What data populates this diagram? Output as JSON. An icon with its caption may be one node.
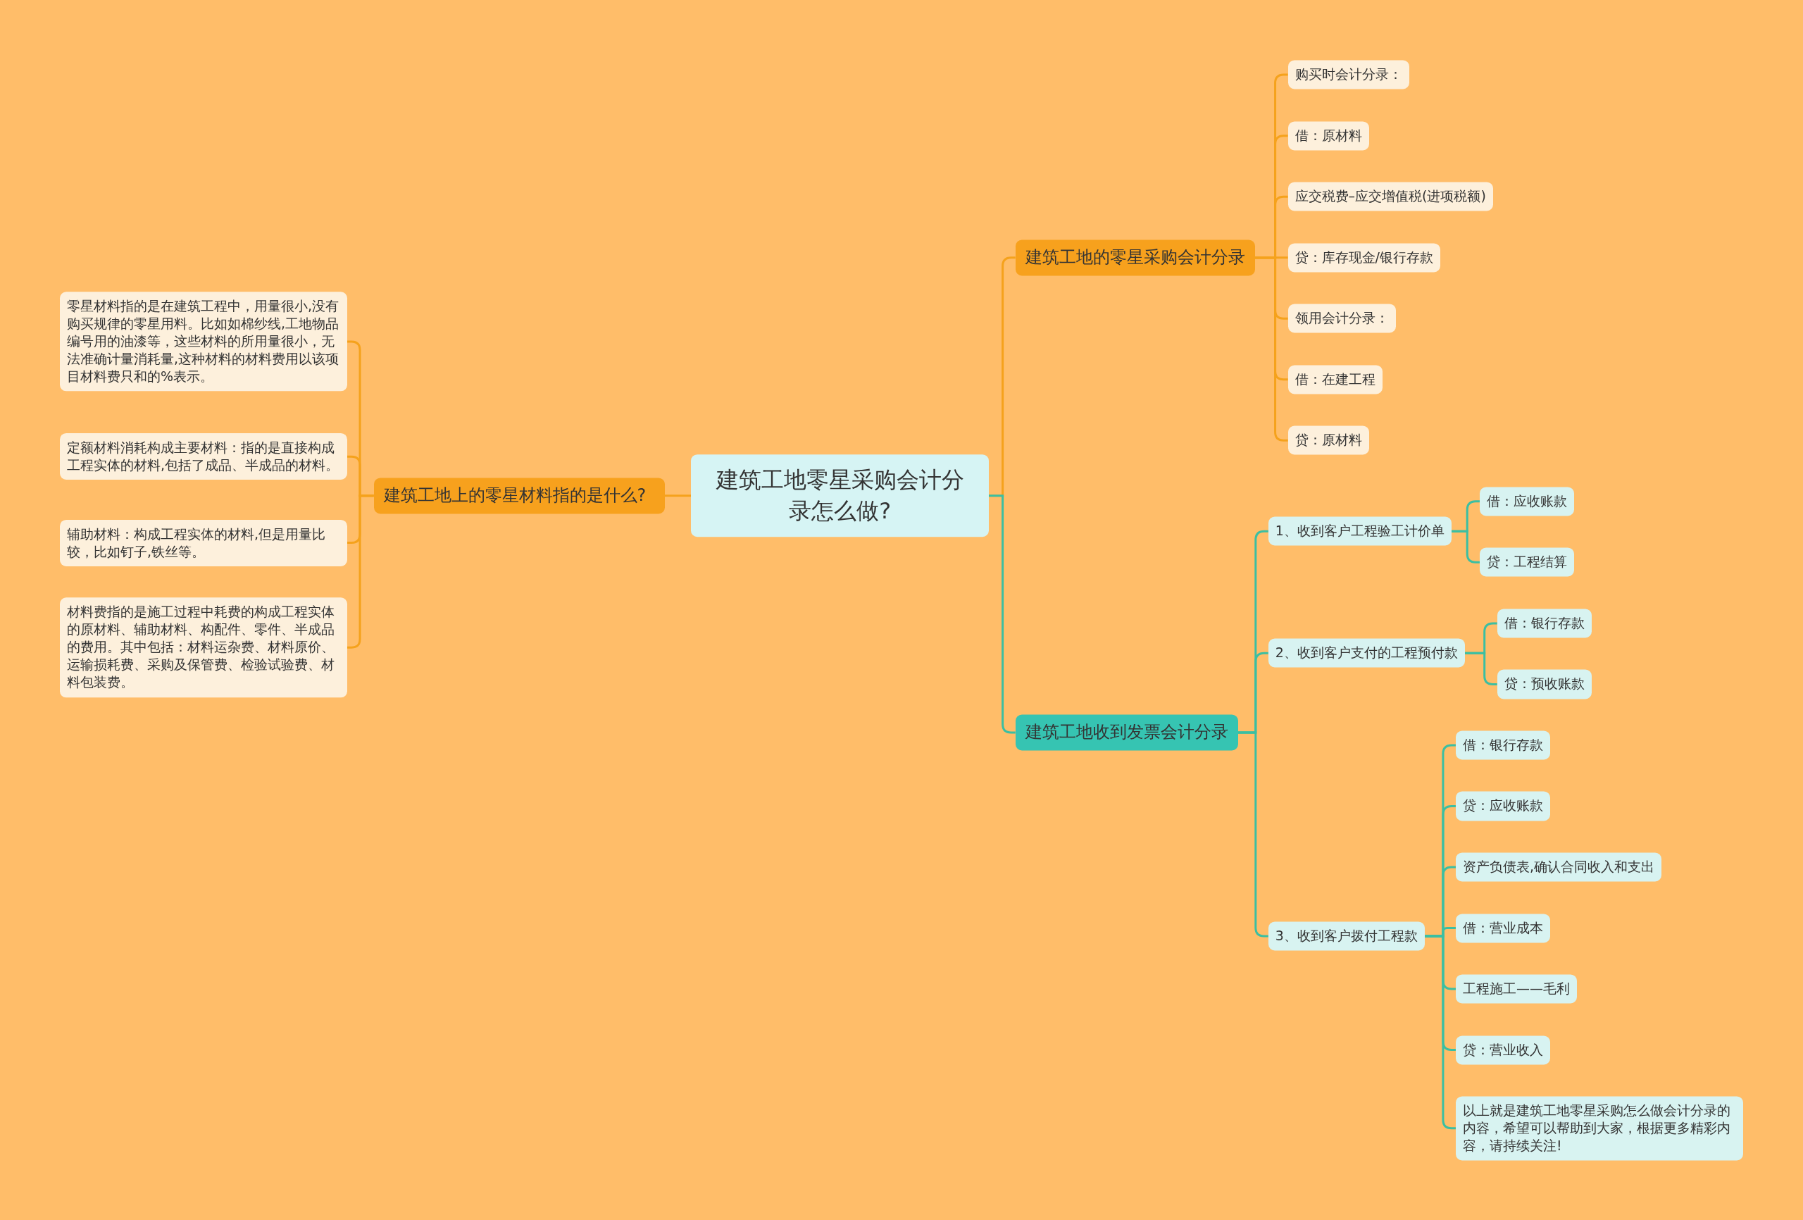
{
  "diagram": {
    "nodes": [
      {
        "text": [
          "建筑工地零星采购会计分录怎么做?"
        ]
      },
      {
        "text": [
          "建筑工地上的零星材料指的是什么?"
        ]
      },
      {
        "text": [
          "零星材料指的是在建筑工程中，用量很小,没有购买规律的零星用料。比如如棉纱线,工地物品编号用的油漆等，这些材料的所用量很小，无法准确计量消耗量,这种材料的材料费用以该项目材料费只和的%表示。"
        ]
      },
      {
        "text": [
          "定额材料消耗构成主要材料：指的是直接构成工程实体的材料,包括了成品、半成品的材料。"
        ]
      },
      {
        "text": [
          "辅助材料：构成工程实体的材料,但是用量比较，比如钉子,铁丝等。"
        ]
      },
      {
        "text": [
          "材料费指的是施工过程中耗费的构成工程实体的原材料、辅助材料、构配件、零件、半成品的费用。其中包括：材料运杂费、材料原价、运输损耗费、采购及保管费、检验试验费、材料包装费。"
        ]
      },
      {
        "text": [
          "建筑工地的零星采购会计分录"
        ]
      },
      {
        "text": [
          "购买时会计分录："
        ]
      },
      {
        "text": [
          "借：原材料"
        ]
      },
      {
        "text": [
          "应交税费–应交增值税(进项税额)"
        ]
      },
      {
        "text": [
          "贷：库存现金/银行存款"
        ]
      },
      {
        "text": [
          "领用会计分录："
        ]
      },
      {
        "text": [
          "借：在建工程"
        ]
      },
      {
        "text": [
          "贷：原材料"
        ]
      },
      {
        "text": [
          "建筑工地收到发票会计分录"
        ]
      },
      {
        "text": [
          "1、收到客户工程验工计价单"
        ]
      },
      {
        "text": [
          "借：应收账款"
        ]
      },
      {
        "text": [
          "贷：工程结算"
        ]
      },
      {
        "text": [
          "2、收到客户支付的工程预付款"
        ]
      },
      {
        "text": [
          "借：银行存款"
        ]
      },
      {
        "text": [
          "贷：预收账款"
        ]
      },
      {
        "text": [
          "3、收到客户拨付工程款"
        ]
      },
      {
        "text": [
          "借：银行存款"
        ]
      },
      {
        "text": [
          "贷：应收账款"
        ]
      },
      {
        "text": [
          "资产负债表,确认合同收入和支出"
        ]
      },
      {
        "text": [
          "借：营业成本"
        ]
      },
      {
        "text": [
          "工程施工——毛利"
        ]
      },
      {
        "text": [
          "贷：营业收入"
        ]
      },
      {
        "text": [
          "以上就是建筑工地零星采购怎么做会计分录的内容，希望可以帮助到大家，根据更多精彩内容，请持续关注!"
        ]
      }
    ],
    "edges": [
      {
        "from": 0,
        "to": 1,
        "arrow": "none",
        "color": "#f5a21c"
      },
      {
        "from": 1,
        "to": 2,
        "arrow": "none",
        "color": "#f5a21c"
      },
      {
        "from": 1,
        "to": 3,
        "arrow": "none",
        "color": "#f5a21c"
      },
      {
        "from": 1,
        "to": 4,
        "arrow": "none",
        "color": "#f5a21c"
      },
      {
        "from": 1,
        "to": 5,
        "arrow": "none",
        "color": "#f5a21c"
      },
      {
        "from": 0,
        "to": 6,
        "arrow": "none",
        "color": "#f5a21c"
      },
      {
        "from": 6,
        "to": 7,
        "arrow": "none",
        "color": "#f5a21c"
      },
      {
        "from": 6,
        "to": 8,
        "arrow": "none",
        "color": "#f5a21c"
      },
      {
        "from": 6,
        "to": 9,
        "arrow": "none",
        "color": "#f5a21c"
      },
      {
        "from": 6,
        "to": 10,
        "arrow": "none",
        "color": "#f5a21c"
      },
      {
        "from": 6,
        "to": 11,
        "arrow": "none",
        "color": "#f5a21c"
      },
      {
        "from": 6,
        "to": 12,
        "arrow": "none",
        "color": "#f5a21c"
      },
      {
        "from": 6,
        "to": 13,
        "arrow": "none",
        "color": "#f5a21c"
      },
      {
        "from": 0,
        "to": 14,
        "arrow": "none"
      },
      {
        "from": 14,
        "to": 15,
        "arrow": "none"
      },
      {
        "from": 15,
        "to": 16,
        "arrow": "none"
      },
      {
        "from": 15,
        "to": 17,
        "arrow": "none"
      },
      {
        "from": 14,
        "to": 18,
        "arrow": "none"
      },
      {
        "from": 18,
        "to": 19,
        "arrow": "none"
      },
      {
        "from": 18,
        "to": 20,
        "arrow": "none"
      },
      {
        "from": 14,
        "to": 21,
        "arrow": "none"
      },
      {
        "from": 21,
        "to": 22,
        "arrow": "none"
      },
      {
        "from": 21,
        "to": 23,
        "arrow": "none"
      },
      {
        "from": 21,
        "to": 24,
        "arrow": "none"
      },
      {
        "from": 21,
        "to": 25,
        "arrow": "none"
      },
      {
        "from": 21,
        "to": 26,
        "arrow": "none"
      },
      {
        "from": 21,
        "to": 27,
        "arrow": "none"
      },
      {
        "from": 21,
        "to": 28,
        "arrow": "none"
      }
    ]
  }
}
